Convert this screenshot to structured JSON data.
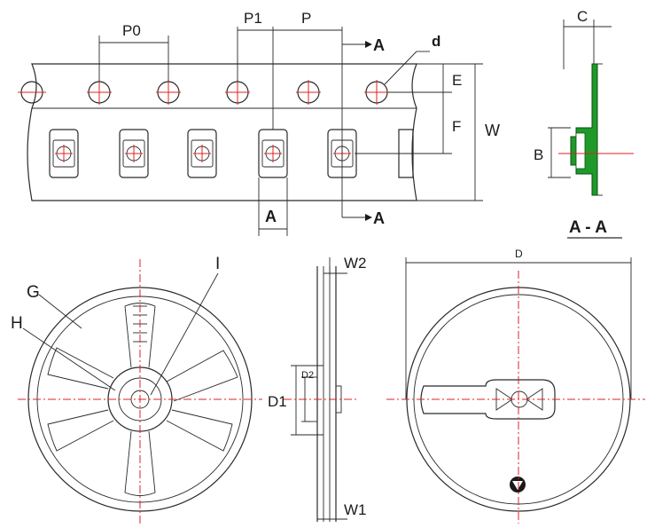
{
  "tape": {
    "labels": {
      "p0": "P0",
      "p1": "P1",
      "p": "P",
      "d": "d",
      "e": "E",
      "f": "F",
      "w": "W",
      "a_section": "A"
    }
  },
  "section": {
    "c": "C",
    "b": "B",
    "title": "A - A"
  },
  "reel_front": {
    "g": "G",
    "h": "H",
    "i": "I"
  },
  "reel_side": {
    "w2": "W2",
    "w1": "W1",
    "d1": "D1",
    "d2": "D2"
  },
  "reel_back": {
    "d": "D"
  },
  "colors": {
    "ink": "#2a2a2a",
    "centerline": "#e02020",
    "tape_section": "#1f9a2a"
  }
}
